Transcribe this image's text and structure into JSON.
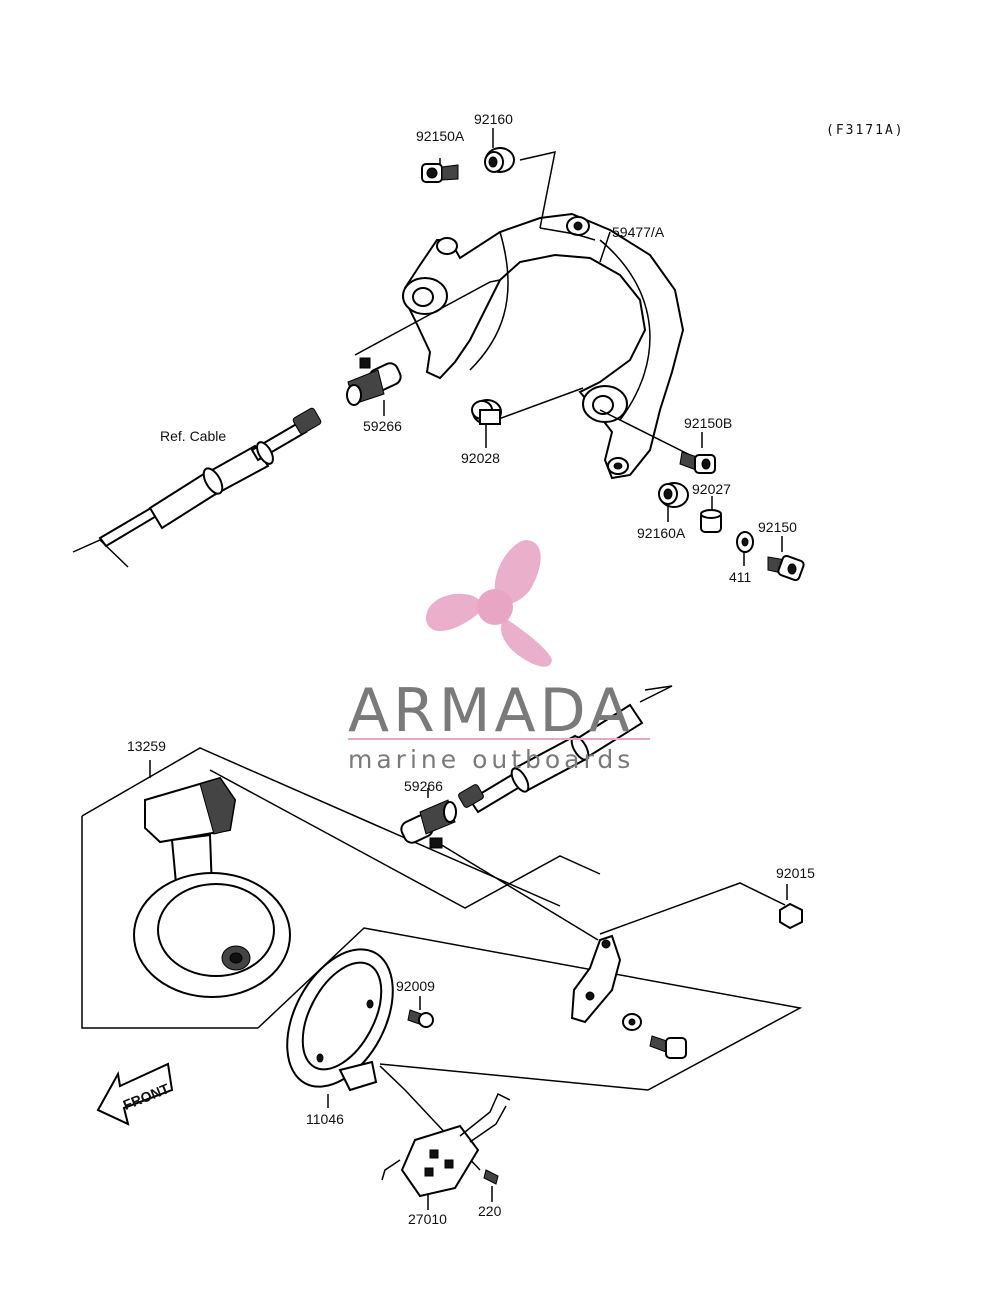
{
  "diagram": {
    "reference_code": "(F3171A)",
    "front_label": "FRONT",
    "parts": [
      {
        "id": "p-92160",
        "label": "92160"
      },
      {
        "id": "p-92150a",
        "label": "92150A"
      },
      {
        "id": "p-59477a",
        "label": "59477/A"
      },
      {
        "id": "p-59266-top",
        "label": "59266"
      },
      {
        "id": "p-ref-cable",
        "label": "Ref. Cable"
      },
      {
        "id": "p-92028",
        "label": "92028"
      },
      {
        "id": "p-92150b",
        "label": "92150B"
      },
      {
        "id": "p-92027",
        "label": "92027"
      },
      {
        "id": "p-92160a",
        "label": "92160A"
      },
      {
        "id": "p-92150",
        "label": "92150"
      },
      {
        "id": "p-411",
        "label": "411"
      },
      {
        "id": "p-13259",
        "label": "13259"
      },
      {
        "id": "p-59266-bottom",
        "label": "59266"
      },
      {
        "id": "p-92015",
        "label": "92015"
      },
      {
        "id": "p-92009",
        "label": "92009"
      },
      {
        "id": "p-11046",
        "label": "11046"
      },
      {
        "id": "p-27010",
        "label": "27010"
      },
      {
        "id": "p-220",
        "label": "220"
      }
    ]
  },
  "watermark": {
    "brand": "ARMADA",
    "tagline": "marine outboards",
    "logo_color": "#e8a6c4",
    "text_color": "#7a7a7a"
  }
}
